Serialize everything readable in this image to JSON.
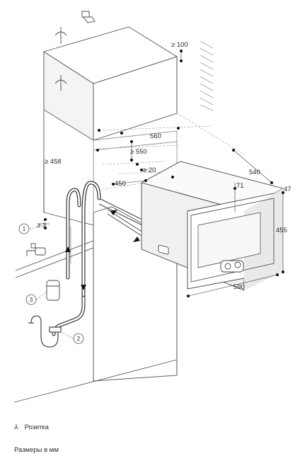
{
  "dimensions": {
    "top_clearance": "≥ 100",
    "niche_height": "≥ 458",
    "niche_width": "560",
    "niche_width_min": "≥ 550",
    "niche_gap": "≥ 20",
    "niche_depth": "450",
    "side_gap": "≥ 3",
    "appliance_depth": "540",
    "panel_thickness": "47",
    "control_offset": "71",
    "appliance_height": "455",
    "appliance_width": "590"
  },
  "callouts": [
    "1",
    "2",
    "3"
  ],
  "legend": {
    "socket_symbol": "⅄",
    "socket_label": "Розетка",
    "units_note": "Размеры в мм"
  }
}
